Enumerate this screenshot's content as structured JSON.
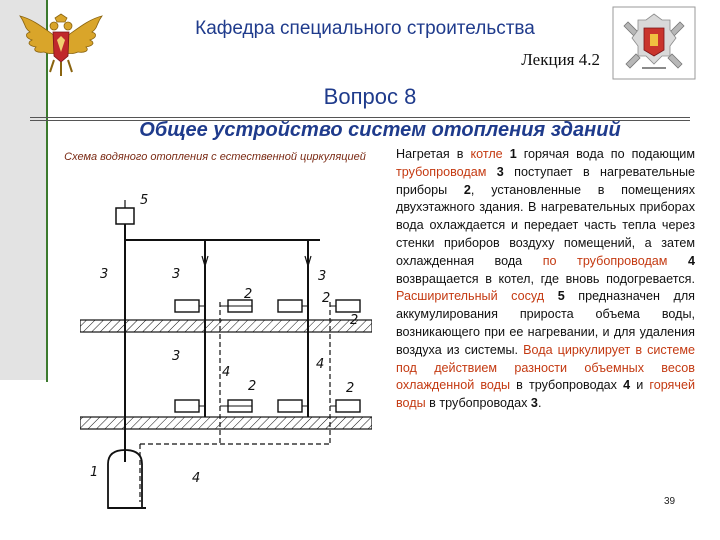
{
  "header": {
    "department": "Кафедра специального строительства",
    "lecture": "Лекция 4.2"
  },
  "question": "Вопрос 8",
  "subtitle": "Общее устройство систем отопления зданий",
  "diagram": {
    "caption": "Схема водяного отопления с естественной циркуляцией",
    "labels": [
      "5",
      "3",
      "3",
      "2",
      "3",
      "2",
      "2",
      "3",
      "4",
      "2",
      "2",
      "4",
      "1",
      "4"
    ]
  },
  "body": {
    "t1": "Нагретая в ",
    "t2": "котле",
    "t3": " ",
    "t4": "1",
    "t5": " горячая вода по подающим ",
    "t6": "трубопроводам",
    "t7": " ",
    "t8": "3",
    "t9": " поступает в нагревательные приборы ",
    "t10": "2",
    "t11": ", установленные в помещениях двухэтажного здания. В нагревательных приборах вода охлаждается и передает часть тепла через стенки приборов воздуху помещений, а затем охлажденная вода ",
    "t12": "по трубопроводам",
    "t13": " ",
    "t14": "4",
    "t15": " возвращается в котел, где вновь подогревается. ",
    "t16": "Расширительный сосуд",
    "t17": " ",
    "t18": "5",
    "t19": " предназначен для аккумулирования прироста объема воды, возникающего при ее нагревании, и для удаления воздуха из системы. ",
    "t20": "Вода циркулирует в системе под действием разности объемных весов охлажденной воды",
    "t21": " в трубопроводах ",
    "t22": "4",
    "t23": " и ",
    "t24": "горячей воды",
    "t25": " в трубопроводах ",
    "t26": "3",
    "t27": "."
  },
  "page_number": "39",
  "colors": {
    "title_blue": "#1f3b8c",
    "accent_red": "#c43a12",
    "caption_brown": "#7a2a14",
    "left_bar_green": "#3c7a2e"
  }
}
